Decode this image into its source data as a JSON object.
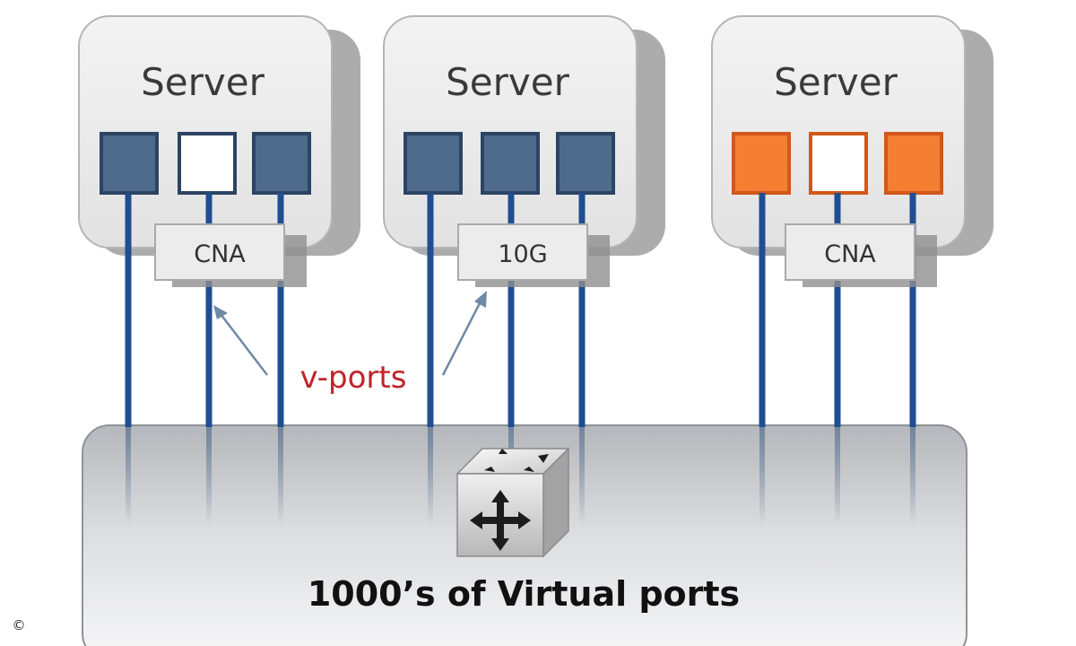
{
  "servers": [
    {
      "title": "Server",
      "adapter_label": "CNA",
      "ports": [
        "filled",
        "empty",
        "filled"
      ],
      "port_fill": "#4f6b8c",
      "port_stroke": "#2c4463"
    },
    {
      "title": "Server",
      "adapter_label": "10G",
      "ports": [
        "filled",
        "filled",
        "filled"
      ],
      "port_fill": "#4f6b8c",
      "port_stroke": "#2c4463"
    },
    {
      "title": "Server",
      "adapter_label": "CNA",
      "ports": [
        "filled",
        "empty",
        "filled"
      ],
      "port_fill": "#f47f32",
      "port_stroke": "#d1571b"
    }
  ],
  "annotation": {
    "label": "v-ports"
  },
  "switch": {
    "label": "1000’s of Virtual ports",
    "icon": "switch-cube-icon"
  },
  "copyright": {
    "symbol": "©"
  },
  "colors": {
    "link_line": "#1f4e92",
    "vports_text": "#c0232a",
    "server_box": "#ebebeb",
    "server_shadow": "#9e9e9e",
    "adapter_box": "#ececec",
    "arrow": "#6e8aa6"
  }
}
